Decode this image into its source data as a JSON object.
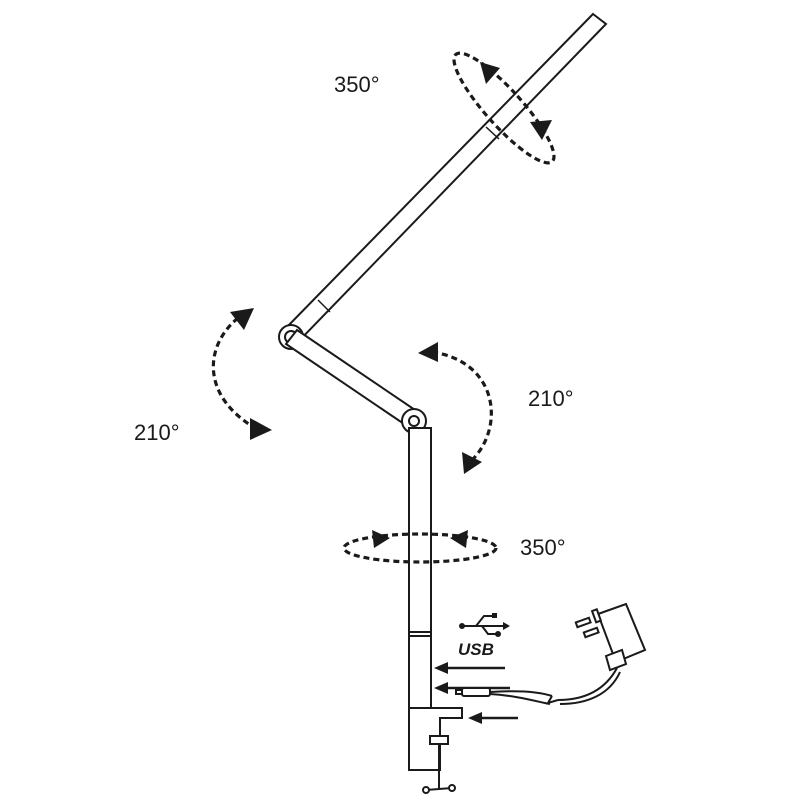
{
  "labels": {
    "head_rotation": "350°",
    "upper_joint": "210°",
    "lower_joint": "210°",
    "base_rotation": "350°",
    "usb": "USB"
  },
  "colors": {
    "line": "#1a1a1a",
    "background": "#ffffff"
  },
  "icons": [
    "usb-icon",
    "power-adapter-icon",
    "plug-prongs-icon",
    "arrow-icon"
  ]
}
